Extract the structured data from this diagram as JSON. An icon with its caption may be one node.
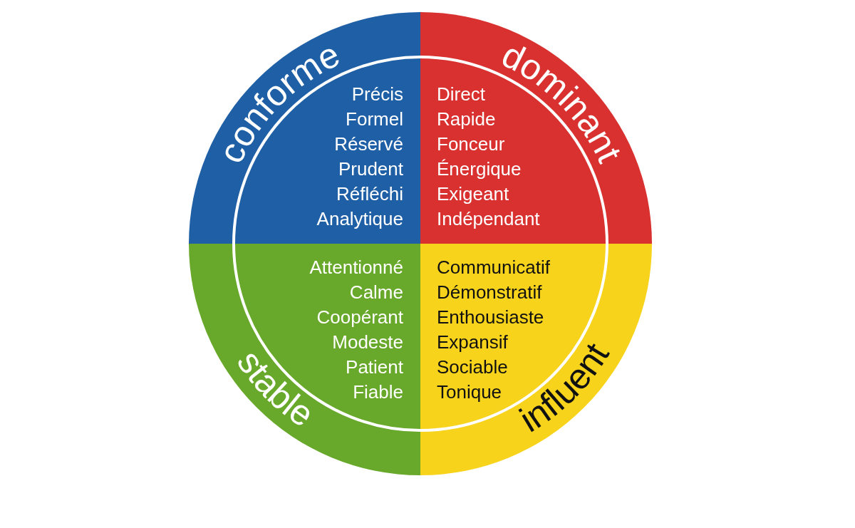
{
  "diagram": {
    "nodes": [
      {
        "text": [
          "conforme",
          "Précis",
          "Formel",
          "Réservé",
          "Prudent",
          "Réfléchi",
          "Analytique"
        ]
      },
      {
        "text": [
          "dominant",
          "Direct",
          "Rapide",
          "Fonceur",
          "Énergique",
          "Exigeant",
          "Indépendant"
        ]
      },
      {
        "text": [
          "stable",
          "Attentionné",
          "Calme",
          "Coopérant",
          "Modeste",
          "Patient",
          "Fiable"
        ]
      },
      {
        "text": [
          "influent",
          "Communicatif",
          "Démonstratif",
          "Enthousiaste",
          "Expansif",
          "Sociable",
          "Tonique"
        ]
      }
    ],
    "edges": []
  }
}
